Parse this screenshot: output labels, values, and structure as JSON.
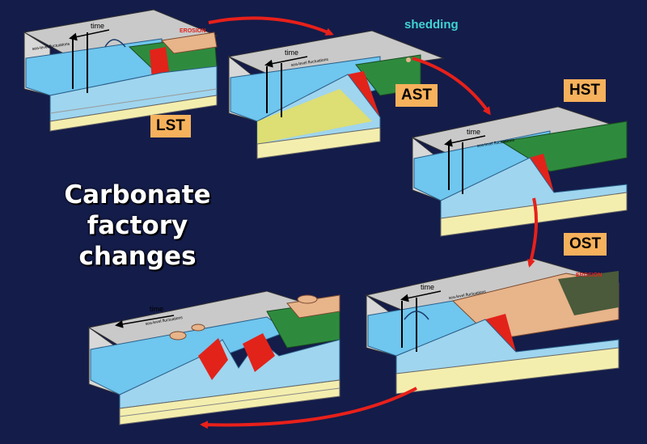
{
  "title_lines": [
    "Carbonate factory",
    "changes"
  ],
  "stages": {
    "lst": "LST",
    "ast": "AST",
    "hst": "HST",
    "ost": "OST"
  },
  "labels": {
    "shedding": "shedding",
    "erosion": "EROSION",
    "time": "time",
    "sea_level": "sea-level fluctuations"
  },
  "colors": {
    "background": "#141c4a",
    "water": "#6fc6ee",
    "sediment": "#f4eeae",
    "platform_green": "#2e8b3e",
    "platform_tan": "#e8b48a",
    "slope_red": "#e2231a",
    "arrow": "#e8201a",
    "badge": "#f6b15c",
    "shedding_text": "#3fd3d3",
    "erosion_text": "#e2231a"
  }
}
